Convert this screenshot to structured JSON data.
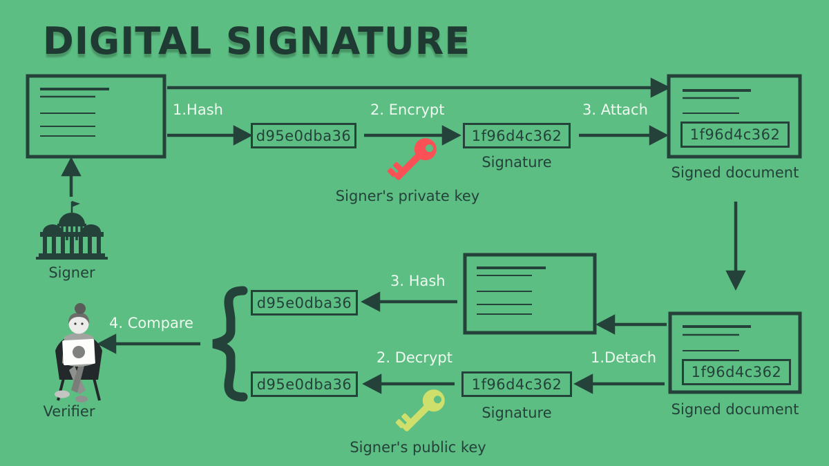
{
  "title": "DIGITAL SIGNATURE",
  "palette": {
    "background": "#5cbe82",
    "ink": "#24413a",
    "light_text": "#eefaf0",
    "private_key_color": "#fa5157",
    "public_key_color": "#cfdf6b"
  },
  "top_flow": {
    "step1": "1.Hash",
    "step2": "2. Encrypt",
    "step3": "3. Attach",
    "hash_value": "d95e0dba36",
    "signature_value": "1f96d4c362",
    "signature_caption": "Signature",
    "private_key_caption": "Signer's private key",
    "signed_document_value": "1f96d4c362",
    "signed_document_caption": "Signed document",
    "signer_caption": "Signer"
  },
  "bottom_flow": {
    "step1": "1.Detach",
    "step2": "2. Decrypt",
    "step3": "3. Hash",
    "step4": "4. Compare",
    "hash_from_document": "d95e0dba36",
    "hash_from_signature": "d95e0dba36",
    "signature_value": "1f96d4c362",
    "signature_caption": "Signature",
    "public_key_caption": "Signer's public key",
    "signed_document_value": "1f96d4c362",
    "signed_document_caption": "Signed document",
    "verifier_caption": "Verifier"
  }
}
